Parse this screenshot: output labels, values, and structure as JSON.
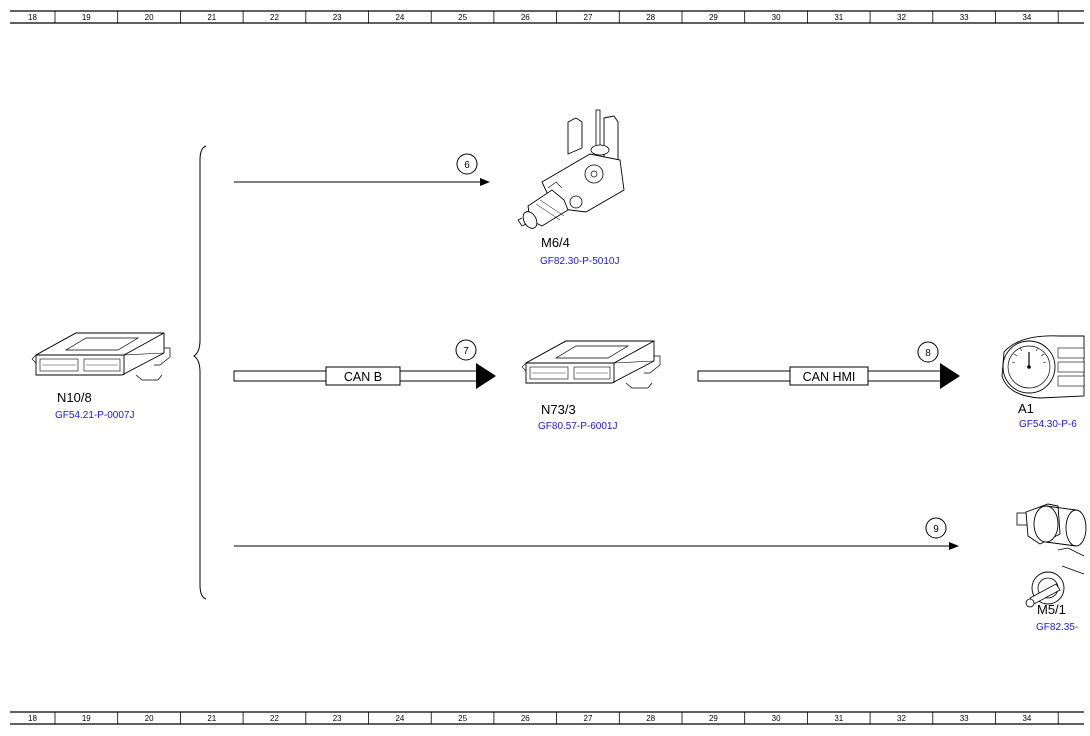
{
  "ruler": {
    "numbers": [
      "18",
      "19",
      "20",
      "21",
      "22",
      "23",
      "24",
      "25",
      "26",
      "27",
      "28",
      "29",
      "30",
      "31",
      "32",
      "33",
      "34"
    ]
  },
  "components": {
    "n10_8": {
      "code": "N10/8",
      "link": "GF54.21-P-0007J",
      "icon": "control-unit-icon"
    },
    "m6_4": {
      "code": "M6/4",
      "link": "GF82.30-P-5010J",
      "icon": "wiper-motor-icon"
    },
    "n73_3": {
      "code": "N73/3",
      "link": "GF80.57-P-6001J",
      "icon": "control-unit-icon"
    },
    "a1": {
      "code": "A1",
      "link": "GF54.30-P-6",
      "icon": "instrument-cluster-icon"
    },
    "m5_1": {
      "code": "M5/1",
      "link": "GF82.35-",
      "icon": "washer-pump-icon"
    }
  },
  "connections": {
    "c6": {
      "number": "6"
    },
    "c7": {
      "number": "7",
      "bus": "CAN B"
    },
    "c8": {
      "number": "8",
      "bus": "CAN HMI"
    },
    "c9": {
      "number": "9"
    }
  }
}
